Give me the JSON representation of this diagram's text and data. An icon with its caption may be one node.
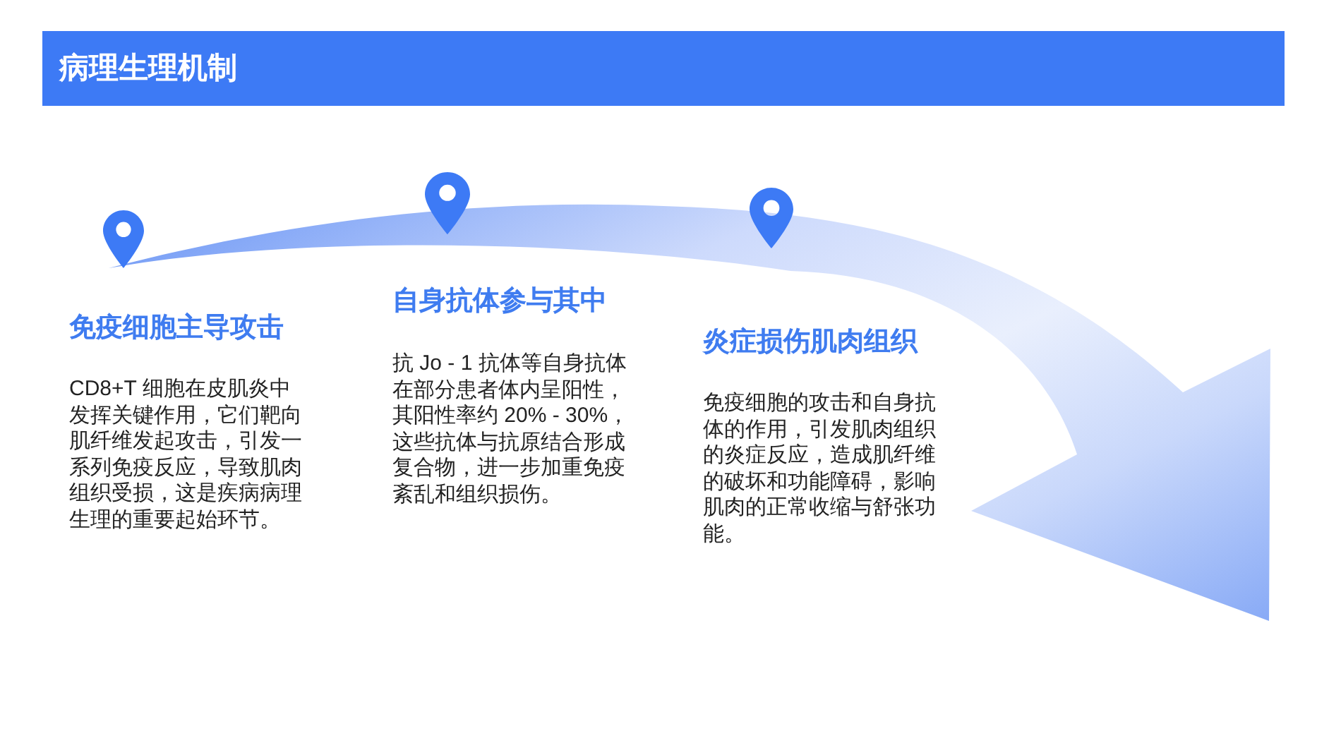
{
  "diagram": {
    "title": "病理生理机制",
    "labels": [
      "免疫细胞主导攻击",
      "CD8+T 细胞在皮肌炎中发挥关键作用，它们靶向肌纤维发起攻击，引发一系列免疫反应，导致肌肉组织受损，这是疾病病理生理的重要起始环节。",
      "自身抗体参与其中",
      "抗 Jo - 1 抗体等自身抗体在部分患者体内呈阳性，其阳性率约 20% - 30%，这些抗体与抗原结合形成复合物，进一步加重免疫紊乱和组织损伤。",
      "炎症损伤肌肉组织",
      "免疫细胞的攻击和自身抗体的作用，引发肌肉组织的炎症反应，造成肌纤维的破坏和功能障碍，影响肌肉的正常收缩与舒张功能。"
    ]
  }
}
